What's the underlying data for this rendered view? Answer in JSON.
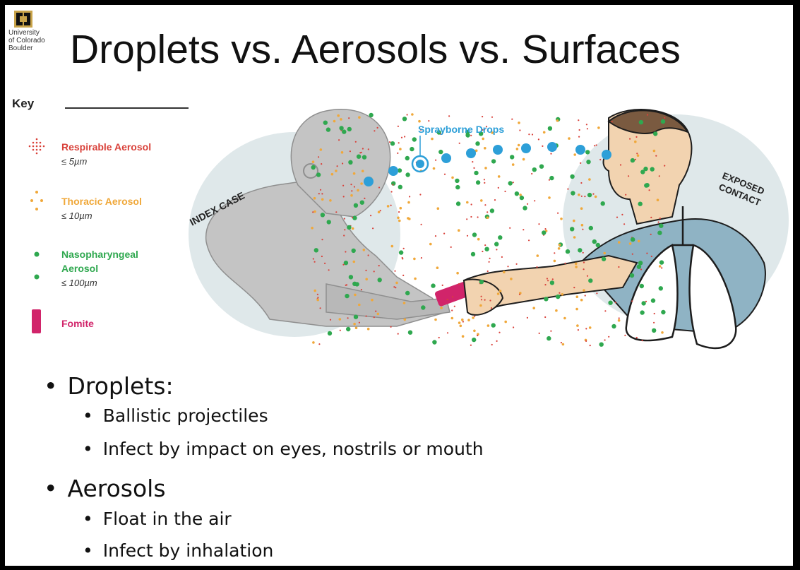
{
  "logo": {
    "lines": [
      "University",
      "of Colorado",
      "Boulder"
    ]
  },
  "title": "Droplets vs. Aerosols vs. Surfaces",
  "key": {
    "title": "Key",
    "items": [
      {
        "label": "Respirable Aerosol",
        "size": "≤ 5µm",
        "color": "#d9413a"
      },
      {
        "label": "Thoracic Aerosol",
        "size": "≤ 10µm",
        "color": "#f0a83a"
      },
      {
        "label_lines": [
          "Nasopharyngeal",
          "Aerosol"
        ],
        "size": "≤ 100µm",
        "color": "#2fa84f"
      },
      {
        "label": "Fomite",
        "color": "#d1246a"
      }
    ]
  },
  "illustration": {
    "index_case": "INDEX CASE",
    "exposed_contact_lines": [
      "EXPOSED",
      "CONTACT"
    ],
    "sprayborne": "Sprayborne Drops",
    "colors": {
      "spray": "#2d9fd8",
      "skin": "#f2d3b0",
      "shirt": "#8fb3c4",
      "gray_person": "#bdbdbd"
    }
  },
  "bullets": [
    {
      "text": "Droplets:",
      "subs": [
        "Ballistic projectiles",
        "Infect by impact on eyes, nostrils or mouth"
      ]
    },
    {
      "text": "Aerosols",
      "subs": [
        "Float in the air",
        "Infect by inhalation"
      ]
    }
  ]
}
